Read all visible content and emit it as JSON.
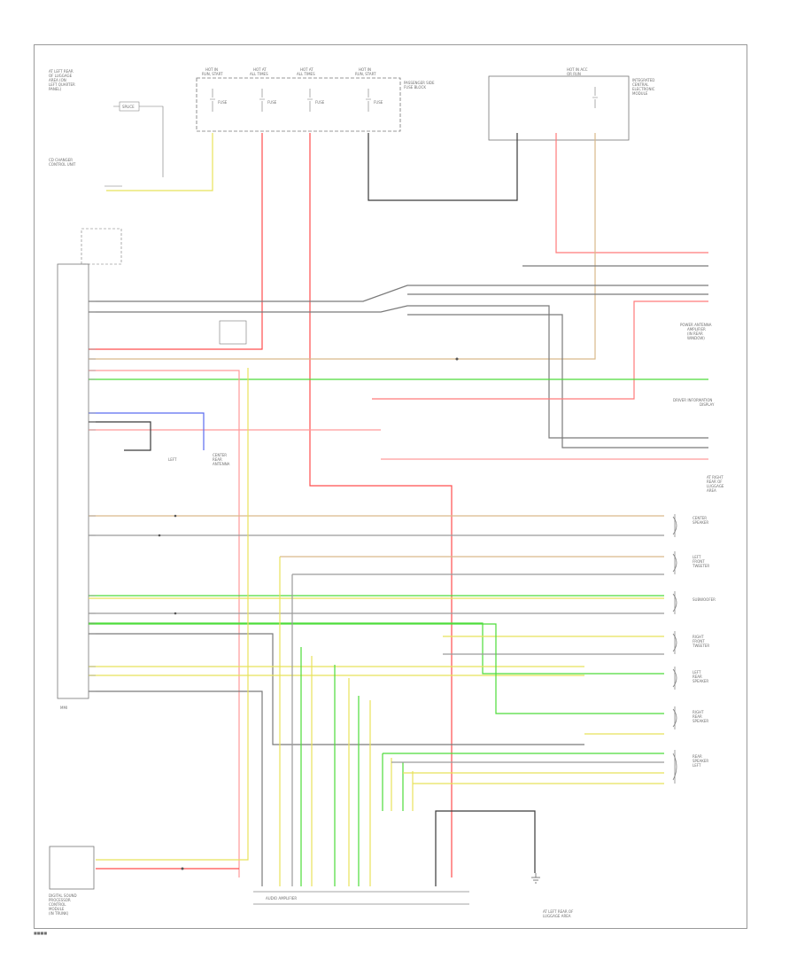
{
  "diagram": {
    "footer_mark": "■■■■",
    "note_top_left": [
      "AT LEFT REAR",
      "OF LUGGAGE",
      "AREA (ON",
      "LEFT QUARTER",
      "PANEL)"
    ],
    "fuses": [
      {
        "label": [
          "HOT IN",
          "RUN, START"
        ],
        "fuse": "FUSE"
      },
      {
        "label": [
          "HOT AT",
          "ALL TIMES"
        ],
        "fuse": "FUSE"
      },
      {
        "label": [
          "HOT AT",
          "ALL TIMES"
        ],
        "fuse": "FUSE"
      },
      {
        "label": [
          "HOT IN",
          "RUN, START"
        ],
        "fuse": "FUSE"
      }
    ],
    "fuse_box_note": [
      "PASSENGER SIDE",
      "FUSE BLOCK"
    ],
    "right_top_box": {
      "label": [
        "HOT IN ACC",
        "OR RUN"
      ],
      "note": [
        "INTEGRATED",
        "CENTRAL",
        "ELECTRONIC",
        "MODULE"
      ]
    },
    "main_module": {
      "name": "MMI",
      "label": [
        "CD CHANGER",
        "CONTROL UNIT"
      ]
    },
    "speakers": [
      {
        "label": [
          "CENTER",
          "SPEAKER"
        ]
      },
      {
        "label": [
          "LEFT",
          "FRONT",
          "TWEETER"
        ]
      },
      {
        "label": [
          "SUBWOOFER"
        ]
      },
      {
        "label": [
          "RIGHT",
          "FRONT",
          "TWEETER"
        ]
      },
      {
        "label": [
          "LEFT",
          "REAR",
          "SPEAKER"
        ]
      },
      {
        "label": [
          "RIGHT",
          "REAR",
          "SPEAKER"
        ]
      },
      {
        "label": [
          "REAR",
          "SPEAKER",
          "LEFT"
        ]
      }
    ],
    "right_labels": [
      [
        "POWER ANTENNA",
        "AMPLIFIER",
        "(IN REAR",
        "WINDOW)"
      ],
      [
        "DRIVER INFORMATION",
        "DISPLAY"
      ],
      [
        "AT RIGHT",
        "REAR OF",
        "LUGGAGE",
        "AREA"
      ]
    ],
    "bottom_left_box": {
      "label": [
        "DIGITAL SOUND",
        "PROCESSOR",
        "CONTROL",
        "MODULE",
        "(IN TRUNK)"
      ]
    },
    "amplifier_label": "AUDIO AMPLIFIER",
    "ground_label": [
      "AT LEFT REAR OF",
      "LUGGAGE AREA"
    ],
    "splice_label": "SPLICE",
    "center_note": [
      "LEFT",
      "CENTER",
      "REAR",
      "ANTENNA"
    ],
    "wire_colors": {
      "red": "#ff4d4d",
      "pink": "#ff9a9a",
      "yellow": "#e8e25a",
      "green": "#4ddc3a",
      "blue": "#5a6cf0",
      "gray": "#707070",
      "tan": "#d9b98a",
      "black": "#3a3a3a"
    }
  }
}
